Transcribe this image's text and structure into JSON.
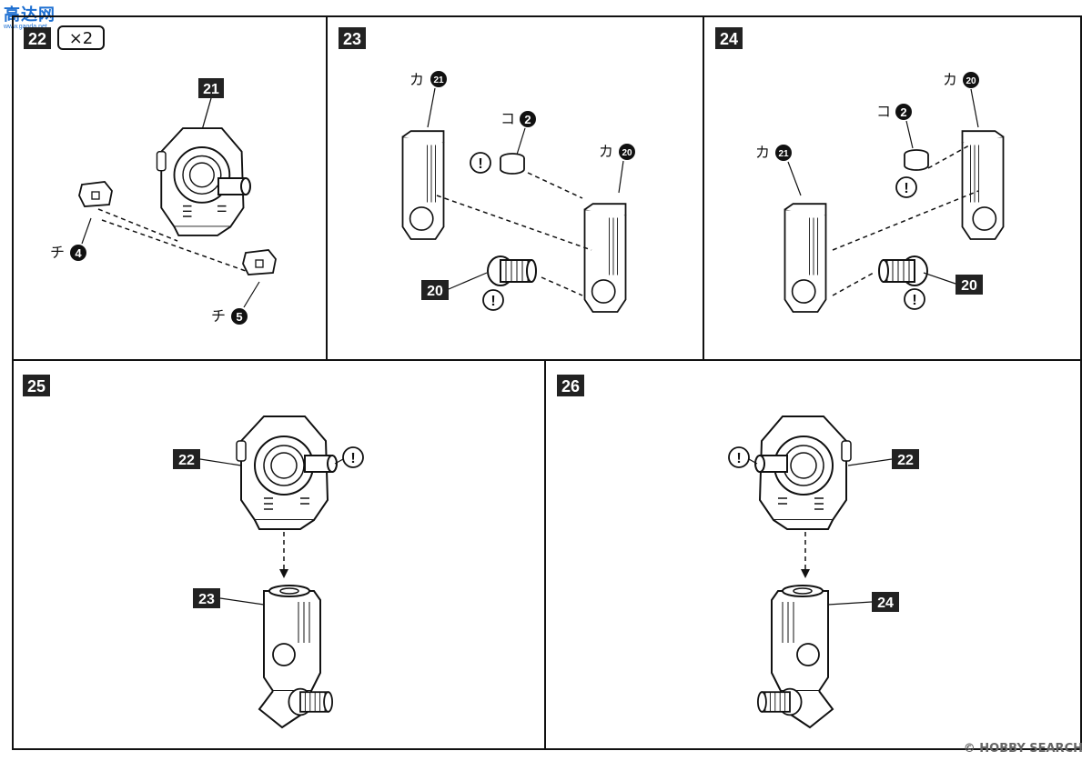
{
  "watermark_top": {
    "title": "高达网",
    "url": "www.gaoda.net"
  },
  "watermark_bottom": "© HOBBY SEARCH",
  "panels": [
    {
      "step": "22",
      "multiplier": "×2",
      "labels": {
        "part": "21",
        "a": "チ",
        "a_num": "4",
        "b": "チ",
        "b_num": "5"
      }
    },
    {
      "step": "23",
      "labels": {
        "top": "カ",
        "top_num": "21",
        "cap": "コ",
        "cap_num": "2",
        "right": "カ",
        "right_num": "20",
        "joint": "20"
      }
    },
    {
      "step": "24",
      "labels": {
        "left": "カ",
        "left_num": "21",
        "cap": "コ",
        "cap_num": "2",
        "right": "カ",
        "right_num": "20",
        "joint": "20"
      }
    },
    {
      "step": "25",
      "labels": {
        "upper": "22",
        "lower": "23"
      }
    },
    {
      "step": "26",
      "labels": {
        "upper": "22",
        "lower": "24"
      }
    }
  ],
  "warning_mark": "!"
}
